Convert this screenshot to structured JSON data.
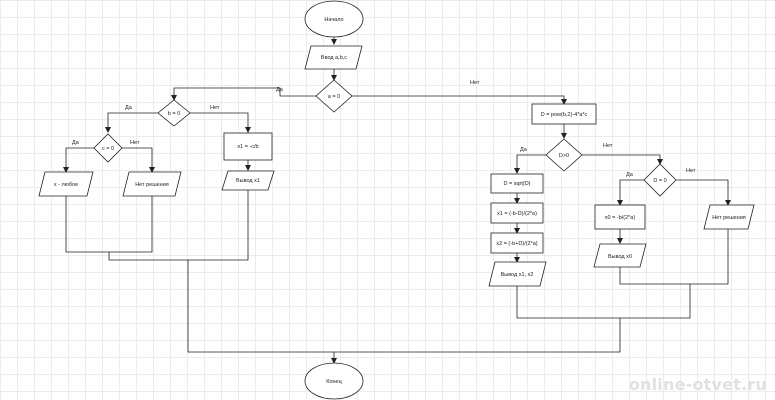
{
  "nodes": {
    "start": "Начало",
    "input": "Ввод a,b,c",
    "cond_a": "a = 0",
    "cond_b": "b = 0",
    "cond_c": "c = 0",
    "any_x": "x - любое",
    "no_solution_left": "Нет решения",
    "x_assign": "x1 = -c/b",
    "output_x": "Вывод x1",
    "d_calc": "D = pow(b,2)-4*a*c",
    "cond_d_pos": "D>0",
    "d_sqrt": "D = sqrt(D)",
    "x1_calc": "x1 = (-b-D)/(2*a)",
    "x2_calc": "x2 = (-b+D)/(2*a)",
    "output_x1_x2": "Вывод x1, x2",
    "cond_d_zero": "D = 0",
    "x0_calc": "x0 = -b/(2*a)",
    "output_x0": "Вывод x0",
    "no_solution_right": "Нет решения",
    "end": "Конец"
  },
  "labels": {
    "yes": "Да",
    "no": "Нет"
  },
  "watermark": "online-otvet.ru"
}
